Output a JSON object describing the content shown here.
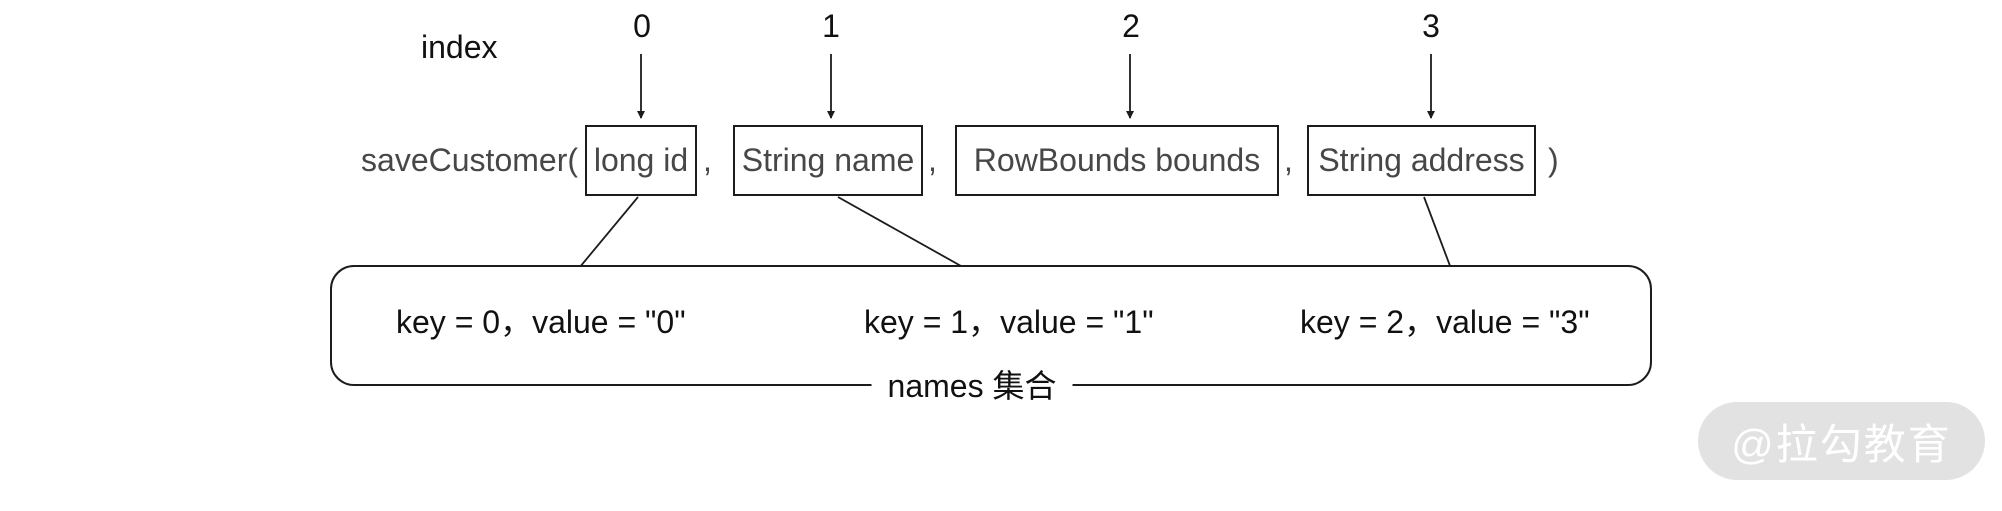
{
  "diagram": {
    "index_label": "index",
    "indices": [
      "0",
      "1",
      "2",
      "3"
    ],
    "method": {
      "prefix": "saveCustomer(",
      "params": [
        "long id",
        "String name",
        "RowBounds bounds",
        "String address"
      ],
      "separator": ",",
      "suffix": ")"
    },
    "map_entries": [
      "key = 0，value = \"0\"",
      "key = 1，value = \"1\"",
      "key = 2，value = \"3\""
    ],
    "collection_label": "names 集合"
  },
  "watermark": {
    "text": "@拉勾教育"
  },
  "colors": {
    "background": "#ffffff",
    "ink": "#1c1c1c",
    "code_text": "#474747",
    "watermark_pill": "#e2e2e2",
    "watermark_text": "#ffffff"
  }
}
